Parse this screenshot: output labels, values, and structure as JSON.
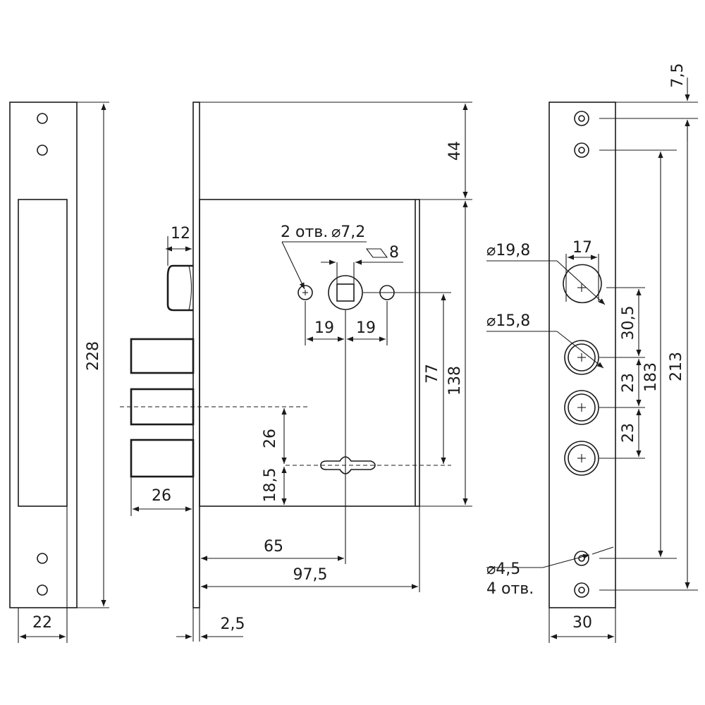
{
  "drawing": {
    "colors": {
      "line": "#1a1a1a",
      "background": "#ffffff"
    },
    "strike_plate": {
      "height": "228",
      "width": "22"
    },
    "lock_body": {
      "top_offset": "44",
      "height": "138",
      "spindle_to_key": "77",
      "bolt_projection": "12",
      "bolt_length": "26",
      "key_to_bolt": "26",
      "key_to_bottom": "18,5",
      "backset": "65",
      "body_depth": "97,5",
      "faceplate_thickness": "2,5",
      "holes_label": "2 отв.",
      "holes_diameter": "⌀7,2",
      "square_label": "8",
      "hole_spacing_left": "19",
      "hole_spacing_right": "19"
    },
    "faceplate": {
      "top_hole_offset": "7,5",
      "large_hole_diameter": "⌀19,8",
      "large_hole_width": "17",
      "large_hole_offset": "30,5",
      "round_hole_diameter": "⌀15,8",
      "hole_pitch_1": "23",
      "hole_pitch_2": "23",
      "inner_span": "183",
      "outer_span": "213",
      "screw_hole_diameter": "⌀4,5",
      "screw_hole_count": "4 отв.",
      "width": "30"
    }
  }
}
